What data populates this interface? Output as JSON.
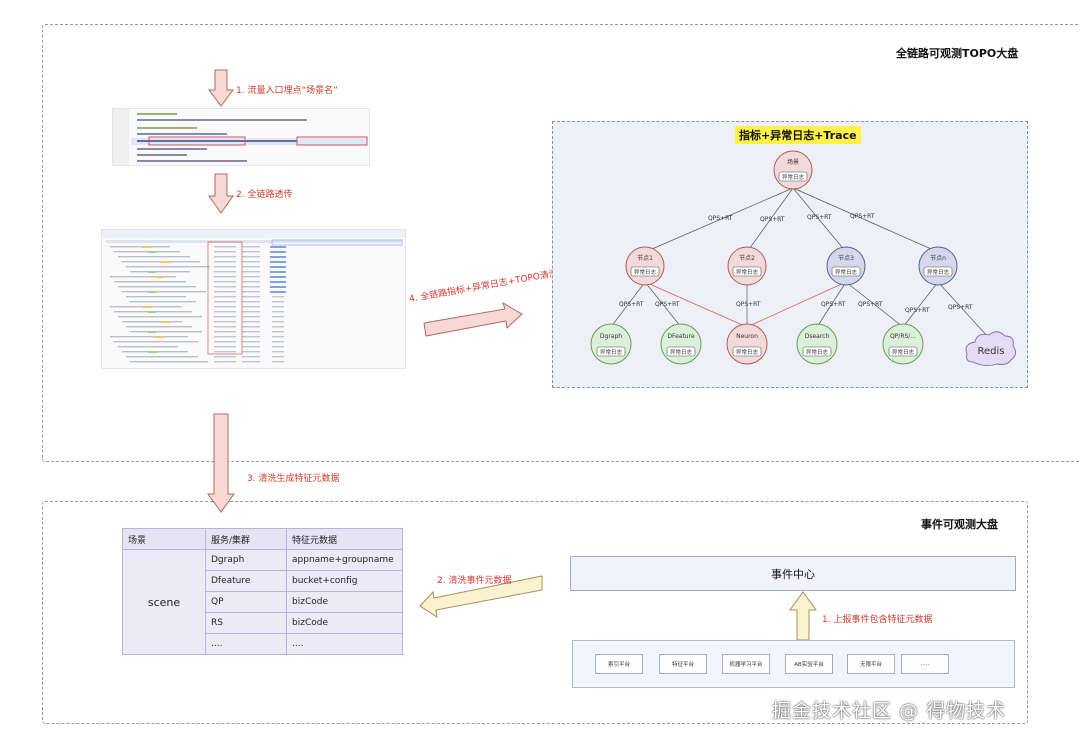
{
  "panels": {
    "topo_dashboard": "全链路可观测TOPO大盘",
    "event_dashboard": "事件可观测大盘"
  },
  "steps": {
    "step1_entry": "1. 流量入口埋点“场景名”",
    "step2_passthrough": "2. 全链路透传",
    "step3_clean": "3. 清洗生成特征元数据",
    "step4_clean": "4. 全链路指标+异常日志+TOPO清洗",
    "event_step1": "1. 上报事件包含特征元数据",
    "event_step2": "2. 清洗事件元数据"
  },
  "topo": {
    "title": "指标+异常日志+Trace",
    "badge": "异常日志",
    "root": "场景",
    "level1": [
      "节点1",
      "节点2",
      "节点3",
      "节点n"
    ],
    "level2": [
      "Dgraph",
      "DFeature",
      "Neuron",
      "Dsearch",
      "QP/RS/...",
      "Redis"
    ],
    "edge_label": "QPS+RT",
    "colors": {
      "red": "#d9625a",
      "pink": "#f3dada",
      "green": "#dcefd8",
      "blue": "#d3d8ec",
      "purple": "#e3dcf3"
    }
  },
  "feature_table": {
    "headers": [
      "场景",
      "服务/集群",
      "特征元数据"
    ],
    "scene": "scene",
    "rows": [
      [
        "Dgraph",
        "appname+groupname"
      ],
      [
        "Dfeature",
        "bucket+config"
      ],
      [
        "QP",
        "bizCode"
      ],
      [
        "RS",
        "bizCode"
      ],
      [
        "....",
        "...."
      ]
    ]
  },
  "event_center": "事件中心",
  "platforms": [
    "索引平台",
    "特征平台",
    "机器学习平台",
    "AB实验平台",
    "无限平台",
    "....."
  ],
  "watermark": "掘金技术社区 @ 得物技术"
}
